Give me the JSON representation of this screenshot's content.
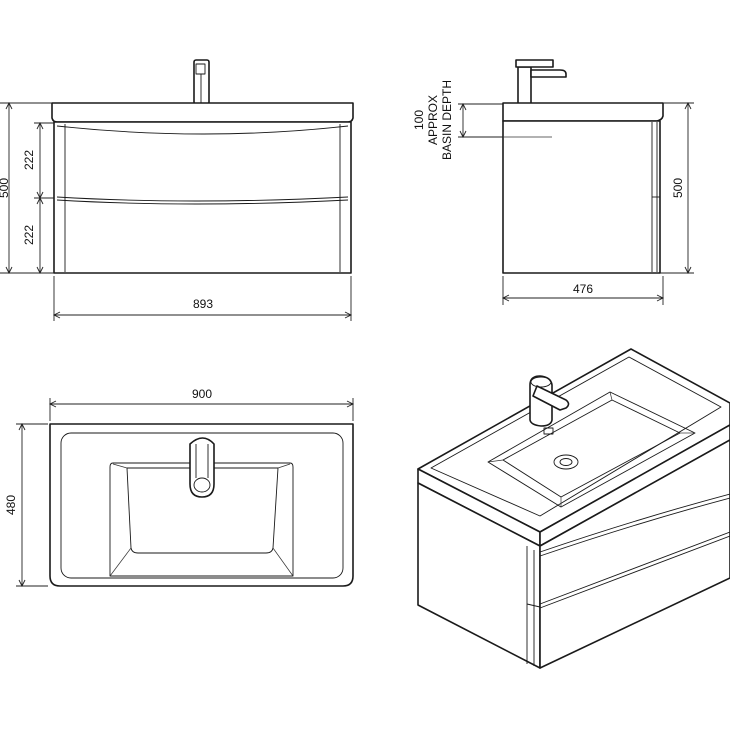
{
  "front_view": {
    "height_total": "500",
    "drawer_top": "222",
    "drawer_bottom": "222",
    "width": "893"
  },
  "side_view": {
    "basin_depth_value": "100",
    "basin_depth_line1": "APPROX",
    "basin_depth_line2": "BASIN DEPTH",
    "height": "500",
    "depth": "476"
  },
  "top_view": {
    "width": "900",
    "depth": "480"
  },
  "colors": {
    "line": "#1a1a1a",
    "background": "#ffffff"
  }
}
